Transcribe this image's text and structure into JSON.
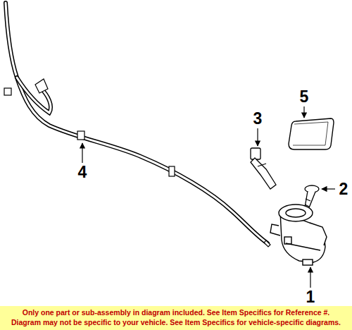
{
  "diagram": {
    "labels": [
      "1",
      "2",
      "3",
      "4",
      "5",
      "Only one part or sub-assembly in diagram included. See Item Specifics for Reference #.",
      "Diagram may not be specific to your vehicle. See Item Specifics for vehicle-specific diagrams."
    ]
  }
}
